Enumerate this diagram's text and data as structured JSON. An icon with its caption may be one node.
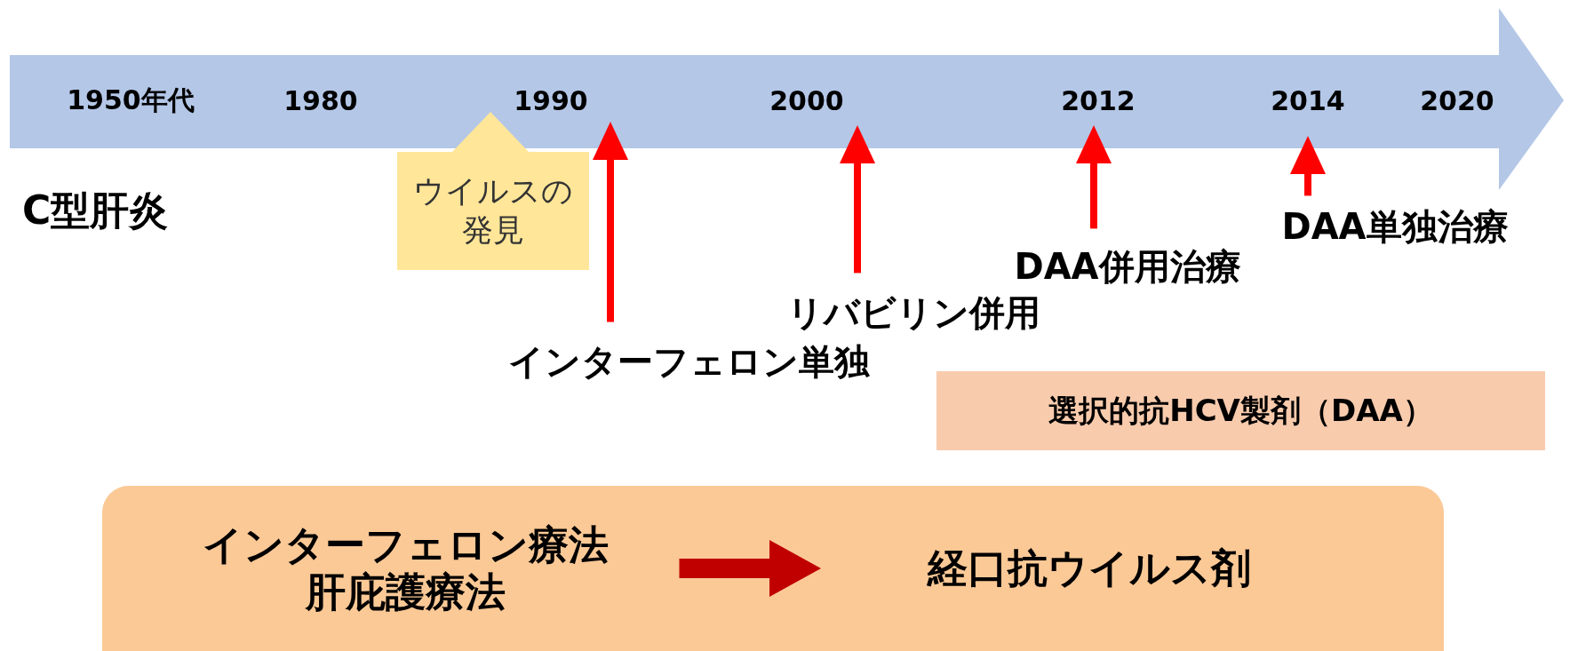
{
  "diagram": {
    "nodes": [
      {
        "text": [
          "1950年代",
          "1980",
          "1990",
          "2000",
          "2012",
          "2014",
          "2020"
        ]
      },
      {
        "text": [
          "ウイルスの発見"
        ]
      },
      {
        "text": [
          "インターフェロン単独"
        ]
      },
      {
        "text": [
          "リバビリン併用"
        ]
      },
      {
        "text": [
          "DAA併用治療"
        ]
      },
      {
        "text": [
          "DAA単独治療"
        ]
      },
      {
        "text": [
          "選択的抗HCV製剤（DAA）"
        ]
      },
      {
        "text": [],
        "shape": "box"
      },
      {
        "text": [
          "インターフェロン療法",
          "肝庇護療法"
        ],
        "in": 7
      },
      {
        "text": [
          "経口抗ウイルス剤"
        ],
        "in": 7
      }
    ],
    "edges": [
      {
        "from": 1,
        "to": 0,
        "arrow": "to",
        "style": "thick",
        "color": "#ffe699"
      },
      {
        "from": 2,
        "to": 0,
        "arrow": "to"
      },
      {
        "from": 3,
        "to": 0,
        "arrow": "to"
      },
      {
        "from": 4,
        "to": 0,
        "arrow": "to"
      },
      {
        "from": 5,
        "to": 0,
        "arrow": "to"
      },
      {
        "from": 8,
        "to": 9,
        "arrow": "to",
        "style": "thick",
        "color": "#c00000"
      }
    ],
    "labels": [
      "C型肝炎"
    ]
  }
}
